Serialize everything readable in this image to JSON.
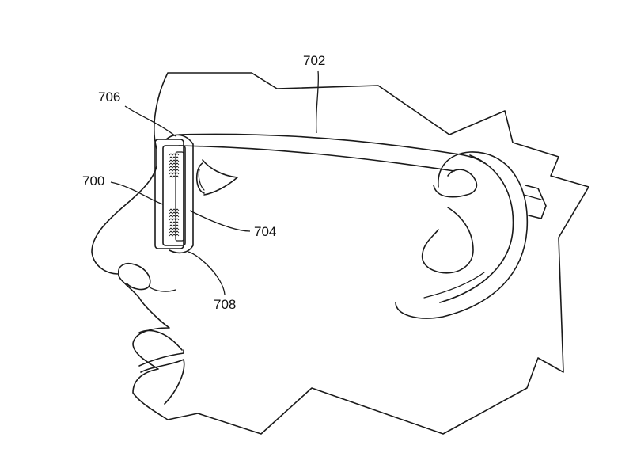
{
  "figure": {
    "labels": {
      "headset": "702",
      "eyepiece": "706",
      "device": "700",
      "display": "704",
      "lens": "708"
    }
  }
}
